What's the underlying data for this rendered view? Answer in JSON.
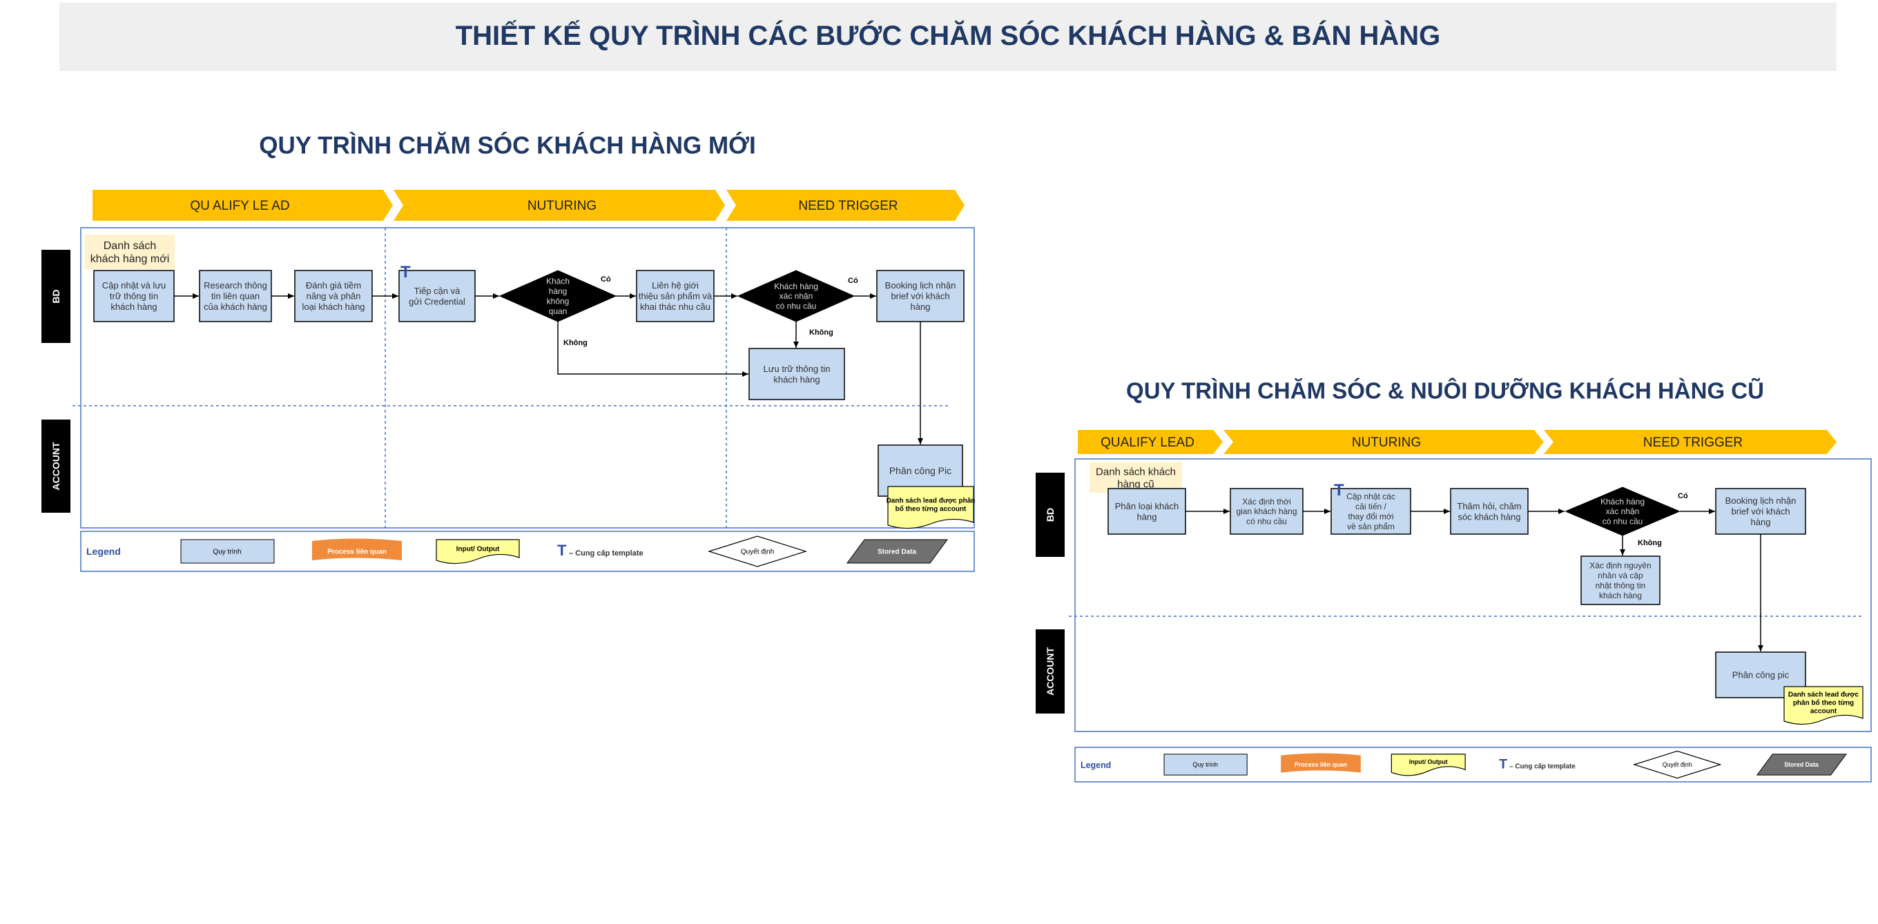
{
  "page_title": "THIẾT KẾ QUY TRÌNH CÁC BƯỚC CHĂM SÓC KHÁCH HÀNG & BÁN HÀNG",
  "colors": {
    "title_navy": "#1f3864",
    "phase_yellow": "#ffc000",
    "process_fill": "#c5d9f1",
    "input_output_fill": "#ffff99",
    "note_fill": "#fff2cc",
    "related_process_fill": "#f08b3c",
    "stored_data_fill": "#707070",
    "lane_header_fill": "#000000",
    "lane_divider": "#4472c4"
  },
  "flows": [
    {
      "title": "QUY TRÌNH CHĂM SÓC KHÁCH HÀNG MỚI",
      "phases": [
        "QU ALIFY LE AD",
        "NUTURING",
        "NEED TRIGGER"
      ],
      "lanes": [
        "BD",
        "ACCOUNT"
      ],
      "note": "Danh sách khách hàng mới",
      "steps": [
        "Cập nhật và lưu trữ thông tin khách hàng",
        "Research thông tin liên quan của khách hàng",
        "Đánh giá tiềm năng và phân loại khách hàng",
        "Tiếp cận và gửi Credential",
        "Liên hệ giới thiệu sản phẩm và khai thác nhu cầu",
        "Booking lịch nhận brief với khách hàng",
        "Lưu trữ thông tin khách hàng",
        "Phân công Pic"
      ],
      "decisions": [
        "Khách hàng không quan",
        "Khách hàng xác nhận có nhu cầu"
      ],
      "labels": {
        "yes": "Có",
        "no": "Không"
      },
      "template_marker": "T",
      "output": "Danh sách lead được phân bổ theo từng account"
    },
    {
      "title": "QUY TRÌNH CHĂM SÓC & NUÔI DƯỠNG KHÁCH HÀNG CŨ",
      "phases": [
        "QUALIFY LEAD",
        "NUTURING",
        "NEED TRIGGER"
      ],
      "lanes": [
        "BD",
        "ACCOUNT"
      ],
      "note": "Danh sách khách hàng cũ",
      "steps": [
        "Phân loại khách hàng",
        "Xác định thời gian khách hàng có nhu cầu",
        "Cập nhật các cải tiến / thay đổi mới về sản phẩm",
        "Thăm hỏi, chăm sóc khách hàng",
        "Booking lịch nhận brief với khách hàng",
        "Xác định nguyên nhân và cập nhật thông tin khách hàng",
        "Phân công pic"
      ],
      "decisions": [
        "Khách hàng xác nhận có nhu cầu"
      ],
      "labels": {
        "yes": "Có",
        "no": "Không"
      },
      "template_marker": "T",
      "output": "Danh sách lead được phân bổ theo từng account"
    }
  ],
  "legend": {
    "title": "Legend",
    "process": "Quy trình",
    "related_process": "Process liên quan",
    "input_output": "Input/ Output",
    "template_marker": "T",
    "template": "– Cung cấp template",
    "decision": "Quyết định",
    "stored_data": "Stored Data"
  }
}
